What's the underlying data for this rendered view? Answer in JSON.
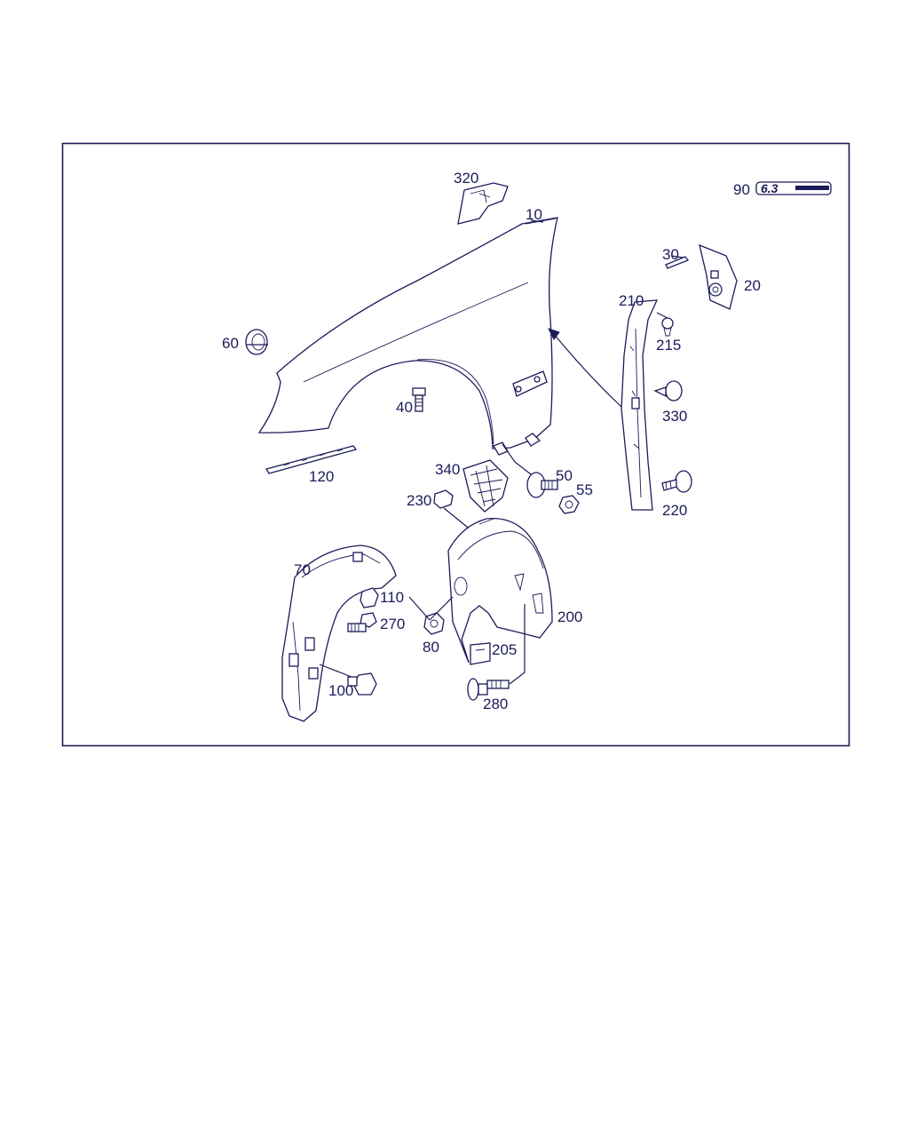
{
  "diagram": {
    "labels": {
      "p10": "10",
      "p20": "20",
      "p30": "30",
      "p40": "40",
      "p50": "50",
      "p55": "55",
      "p60": "60",
      "p70": "70",
      "p80": "80",
      "p90": "90",
      "p100": "100",
      "p110": "110",
      "p120": "120",
      "p200": "200",
      "p205": "205",
      "p210": "210",
      "p215": "215",
      "p220": "220",
      "p230": "230",
      "p270": "270",
      "p280": "280",
      "p320": "320",
      "p330": "330",
      "p340": "340"
    },
    "badge_text": "6.3",
    "colors": {
      "line": "#1b1b5a",
      "frame": "#1b1b5a",
      "background": "#ffffff"
    }
  }
}
